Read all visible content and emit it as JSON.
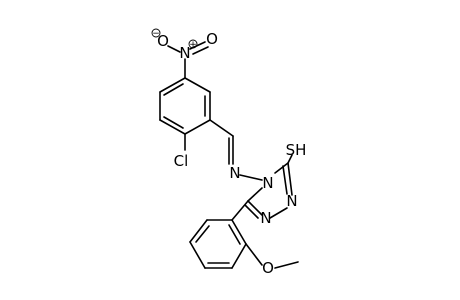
{
  "molecule": {
    "atoms": {
      "o_minus": "O",
      "n_nitro": "N",
      "o_nitro": "O",
      "cl": "Cl",
      "n_imine": "N",
      "n_ring": "N",
      "sh": "SH",
      "n_lower_1": "N",
      "n_lower_2": "N",
      "o_methoxy": "O"
    },
    "charges": {
      "o_minus": "−",
      "n_nitro": "+"
    }
  }
}
